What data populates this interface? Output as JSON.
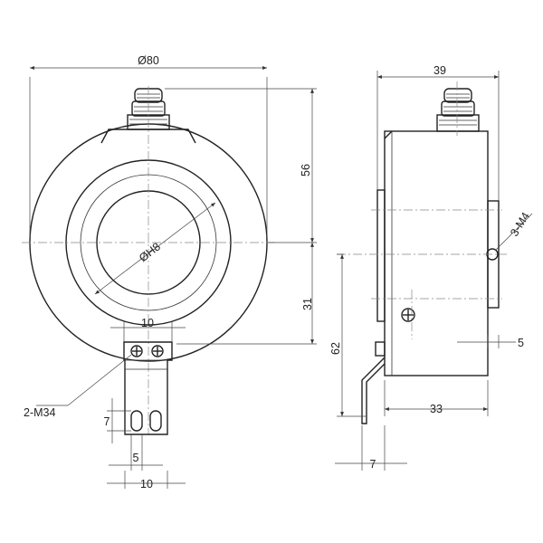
{
  "front_view": {
    "overall_diameter": "Ø80",
    "bore_diameter": "ØH8",
    "height_above_center": "56",
    "height_below_center": "31",
    "mounting_screws": "2-M34",
    "bracket_width": "10",
    "slot_height": "7",
    "slot_width": "5",
    "bracket_bottom_width": "10"
  },
  "side_view": {
    "overall_depth": "39",
    "body_depth": "33",
    "screws": "3-M4",
    "offset": "5",
    "height": "62",
    "bracket_offset": "7"
  }
}
